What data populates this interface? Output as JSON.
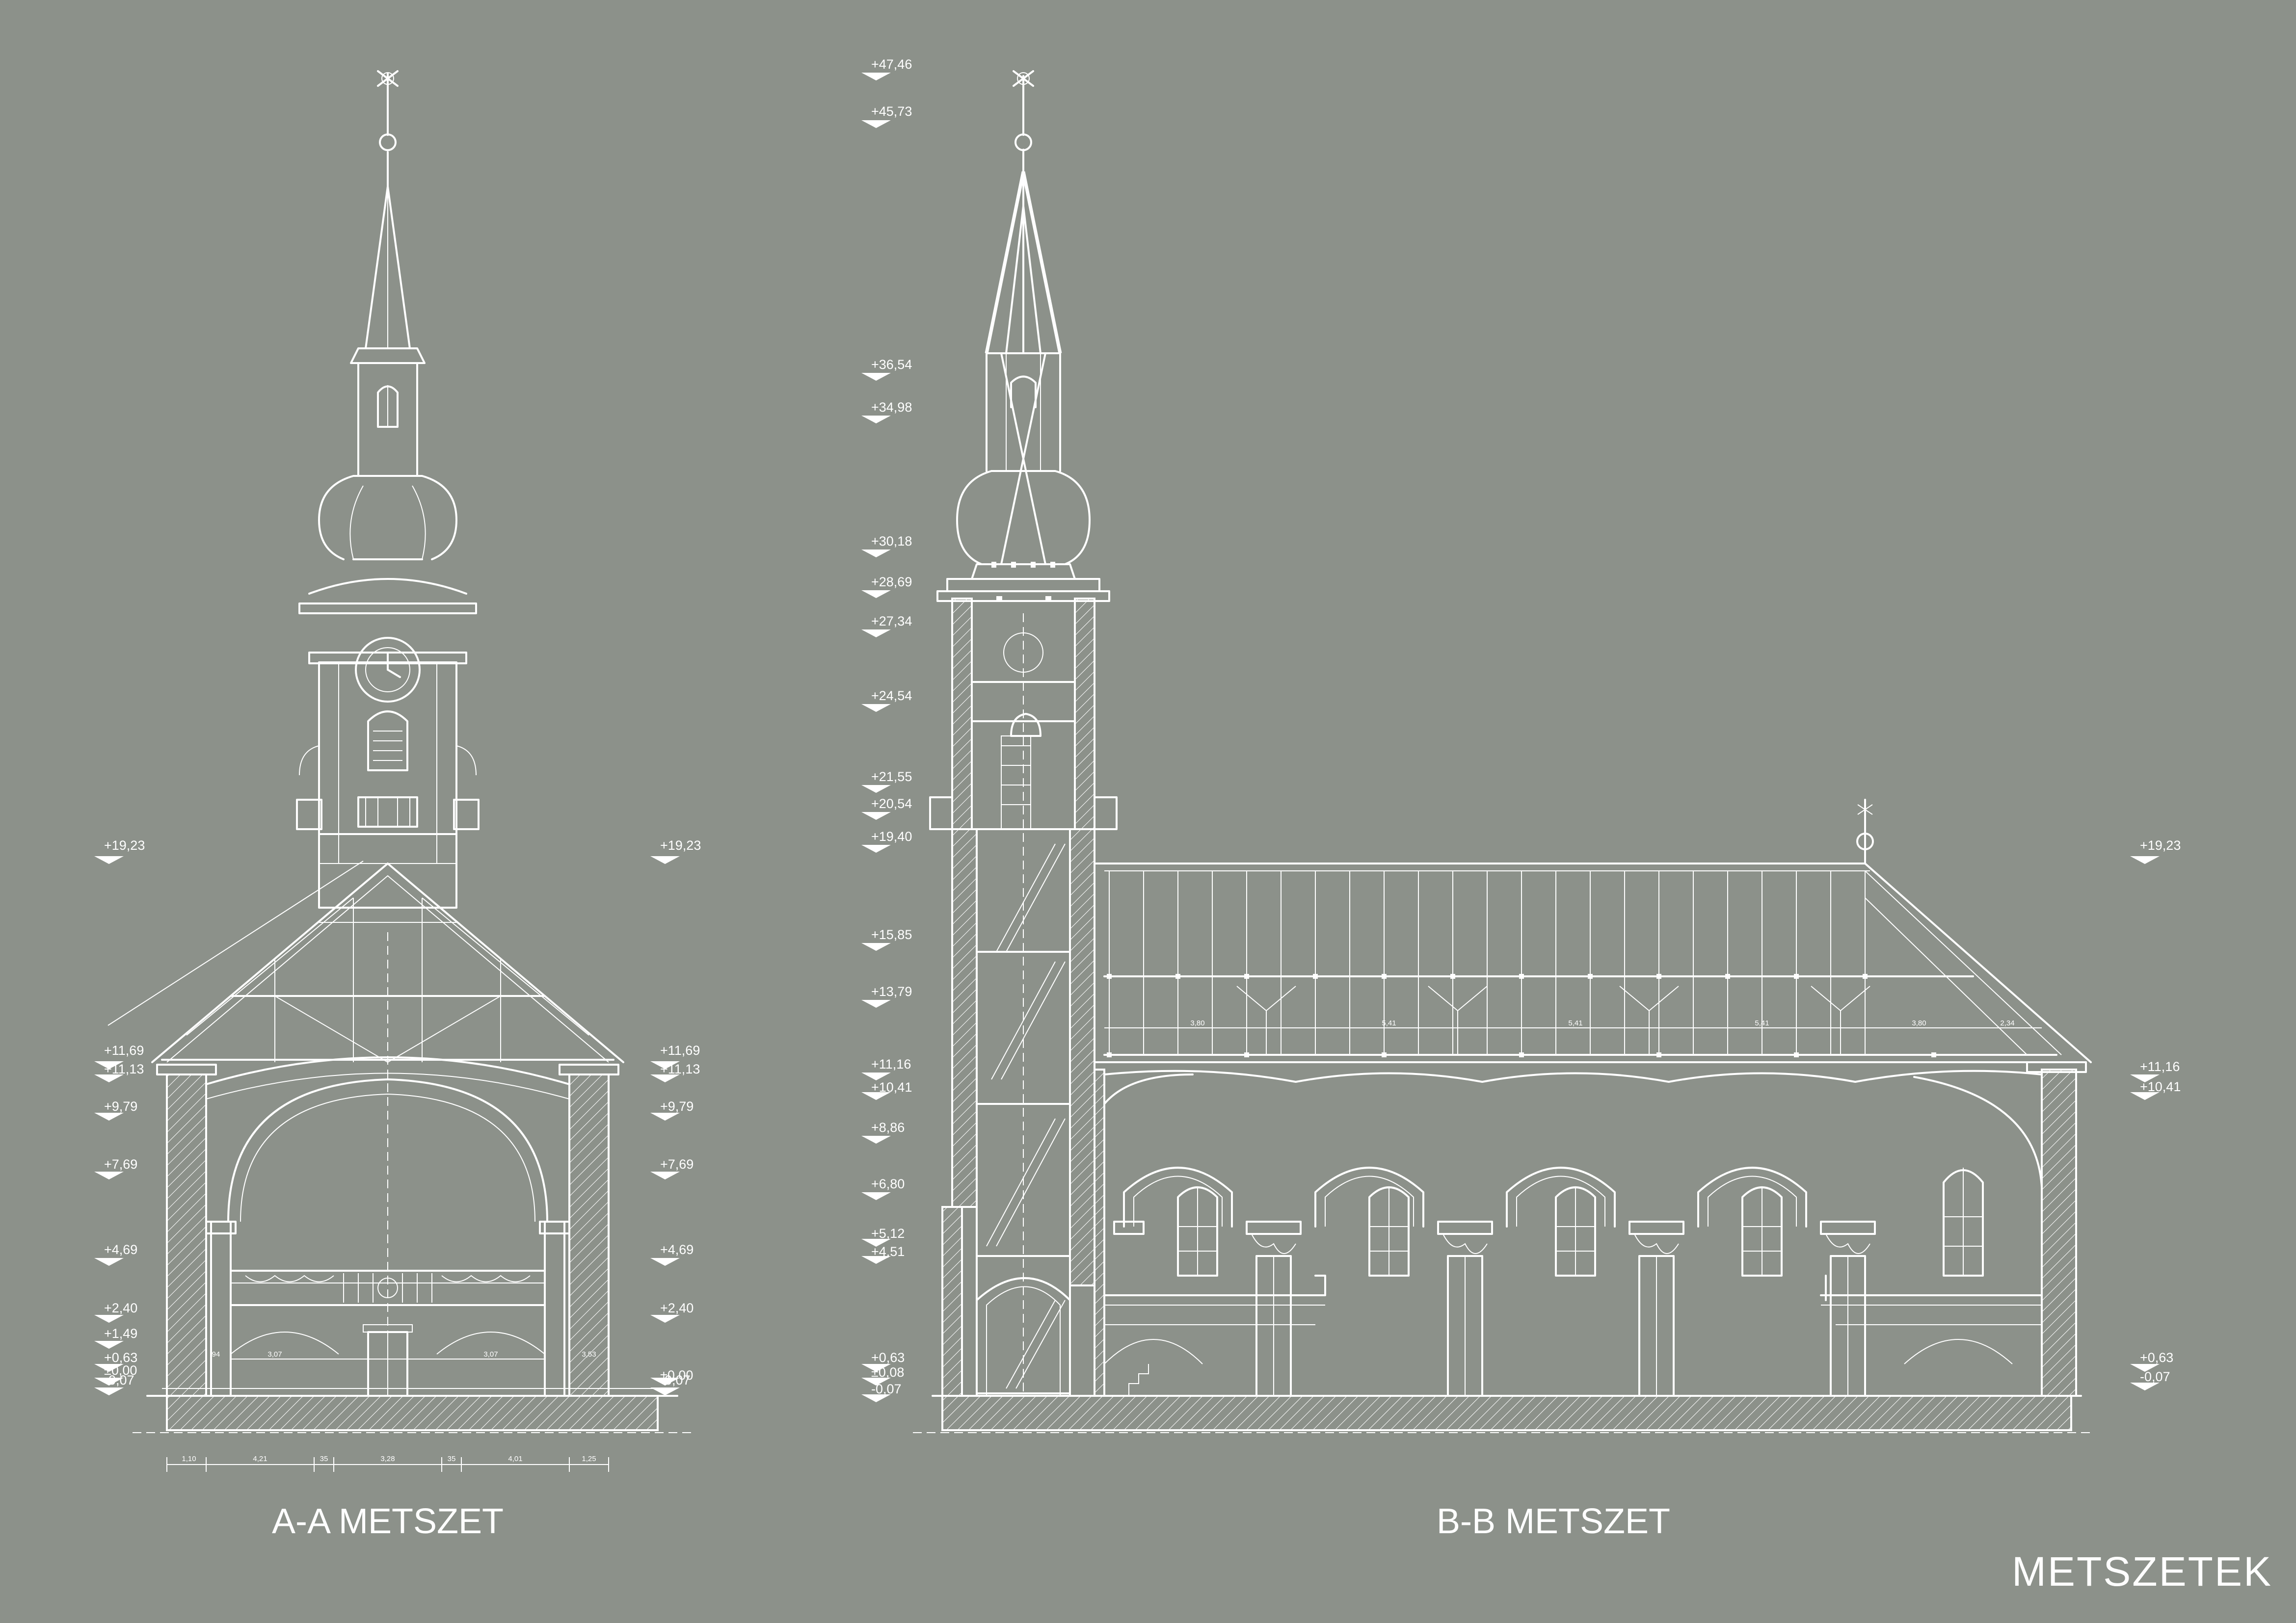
{
  "sheet_title": "METSZETEK",
  "section_a": {
    "title": "A-A METSZET",
    "levels_left": [
      "+19,23",
      "+11,69",
      "+11,13",
      "+9,79",
      "+7,69",
      "+4,69",
      "+2,40",
      "+1,49",
      "+0,63",
      "±0,00",
      "-0,07"
    ],
    "levels_right": [
      "+19,23",
      "+11,69",
      "+11,13",
      "+9,79",
      "+7,69",
      "+4,69",
      "+2,40",
      "±0,00",
      "-0,07"
    ],
    "bottom_dimensions": [
      "1,10",
      "4,21",
      "35",
      "3,28",
      "35",
      "4,01",
      "1,25"
    ],
    "inner_dimensions": [
      "3,07",
      "3,07",
      "3,53",
      "94"
    ]
  },
  "section_b": {
    "title": "B-B METSZET",
    "levels_left": [
      "+47,46",
      "+45,73",
      "+36,54",
      "+34,98",
      "+30,18",
      "+28,69",
      "+27,34",
      "+24,54",
      "+21,55",
      "+20,54",
      "+19,40",
      "+15,85",
      "+13,79",
      "+11,16",
      "+10,41",
      "+8,86",
      "+6,80",
      "+5,12",
      "+4,51",
      "+0,63",
      "±0,08",
      "-0,07"
    ],
    "levels_right": [
      "+19,23",
      "+11,16",
      "+10,41",
      "+0,63",
      "-0,07"
    ],
    "inner_dimensions": [
      "3,80",
      "5,41",
      "5,41",
      "5,41",
      "3,80",
      "2,34"
    ]
  }
}
